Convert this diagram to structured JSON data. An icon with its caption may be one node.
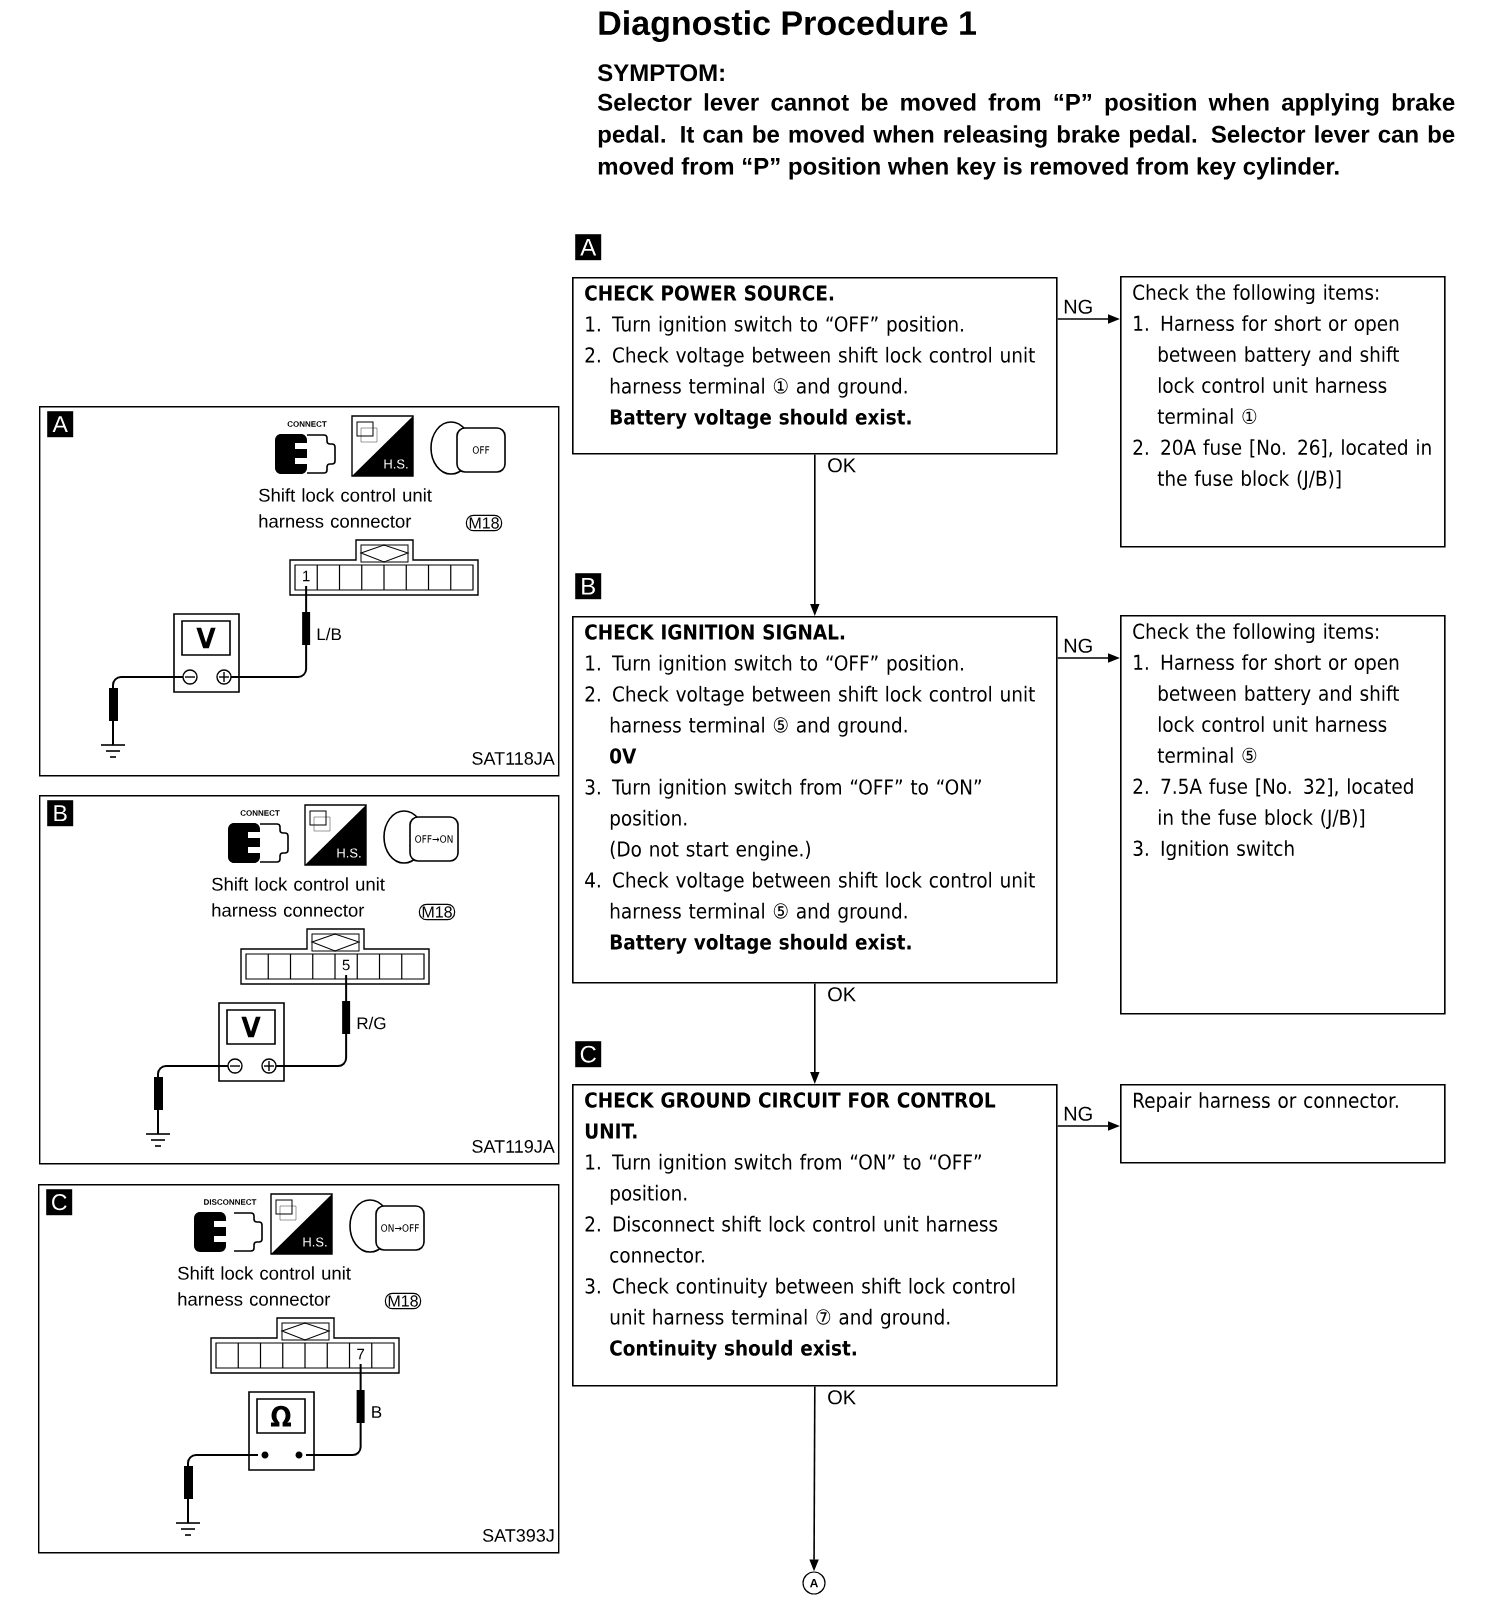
{
  "diagram": {
    "title": "Diagnostic Procedure 1",
    "nodes": [
      {
        "text": [
          "CHECK POWER SOURCE.",
          "1. Turn ignition switch to “OFF” position.",
          "2. Check voltage between shift lock control unit harness terminal ① and ground.",
          "Battery voltage should exist."
        ],
        "beside": [
          "A"
        ]
      },
      {
        "text": [
          "Check the following items:",
          "1. Harness for short or open between battery and shift lock control unit harness terminal ①",
          "2. 20A fuse [No. 26], located in the fuse block (J/B)]"
        ]
      },
      {
        "text": [
          "CHECK IGNITION SIGNAL.",
          "1. Turn ignition switch to “OFF” position.",
          "2. Check voltage between shift lock control unit harness terminal ⑤ and ground.",
          "0V",
          "3. Turn ignition switch from “OFF” to “ON” position.",
          "(Do not start engine.)",
          "4. Check voltage between shift lock control unit harness terminal ⑤ and ground.",
          "Battery voltage should exist."
        ],
        "beside": [
          "B"
        ]
      },
      {
        "text": [
          "Check the following items:",
          "1. Harness for short or open between battery and shift lock control unit harness terminal ⑤",
          "2. 7.5A fuse [No. 32], located in the fuse block (J/B)]",
          "3. Ignition switch"
        ]
      },
      {
        "text": [
          "CHECK GROUND CIRCUIT FOR CONTROL UNIT.",
          "1. Turn ignition switch from “ON” to “OFF” position.",
          "2. Disconnect shift lock control unit harness connector.",
          "3. Check continuity between shift lock control unit harness terminal ⑦ and ground.",
          "Continuity should exist."
        ],
        "beside": [
          "C"
        ]
      },
      {
        "text": [
          "Repair harness or connector."
        ]
      },
      {
        "text": [
          "A"
        ]
      },
      {
        "text": [
          "A",
          "CONNECT",
          "H.S.",
          "OFF",
          "Shift lock control unit harness connector",
          "M18",
          "1",
          "L/B",
          "V",
          "SAT118JA"
        ]
      },
      {
        "text": [
          "B",
          "CONNECT",
          "H.S.",
          "OFF→ON",
          "Shift lock control unit harness connector",
          "M18",
          "5",
          "R/G",
          "V",
          "SAT119JA"
        ]
      },
      {
        "text": [
          "C",
          "DISCONNECT",
          "H.S.",
          "ON→OFF",
          "Shift lock control unit harness connector",
          "M18",
          "7",
          "B",
          "Ω",
          "SAT393J"
        ]
      }
    ],
    "edges": [
      {
        "from": 0,
        "to": 1,
        "arrow": "to",
        "label": "NG"
      },
      {
        "from": 0,
        "to": 2,
        "arrow": "to",
        "label": "OK"
      },
      {
        "from": 2,
        "to": 3,
        "arrow": "to",
        "label": "NG"
      },
      {
        "from": 2,
        "to": 4,
        "arrow": "to",
        "label": "OK"
      },
      {
        "from": 4,
        "to": 5,
        "arrow": "to",
        "label": "NG"
      },
      {
        "from": 4,
        "to": 6,
        "arrow": "to",
        "label": "OK"
      }
    ],
    "labels": [
      "SYMPTOM:",
      "Selector lever cannot be moved from “P” position when applying brake pedal. It can be moved when releasing brake pedal. Selector lever can be moved from “P” position when key is removed from key cylinder."
    ]
  }
}
